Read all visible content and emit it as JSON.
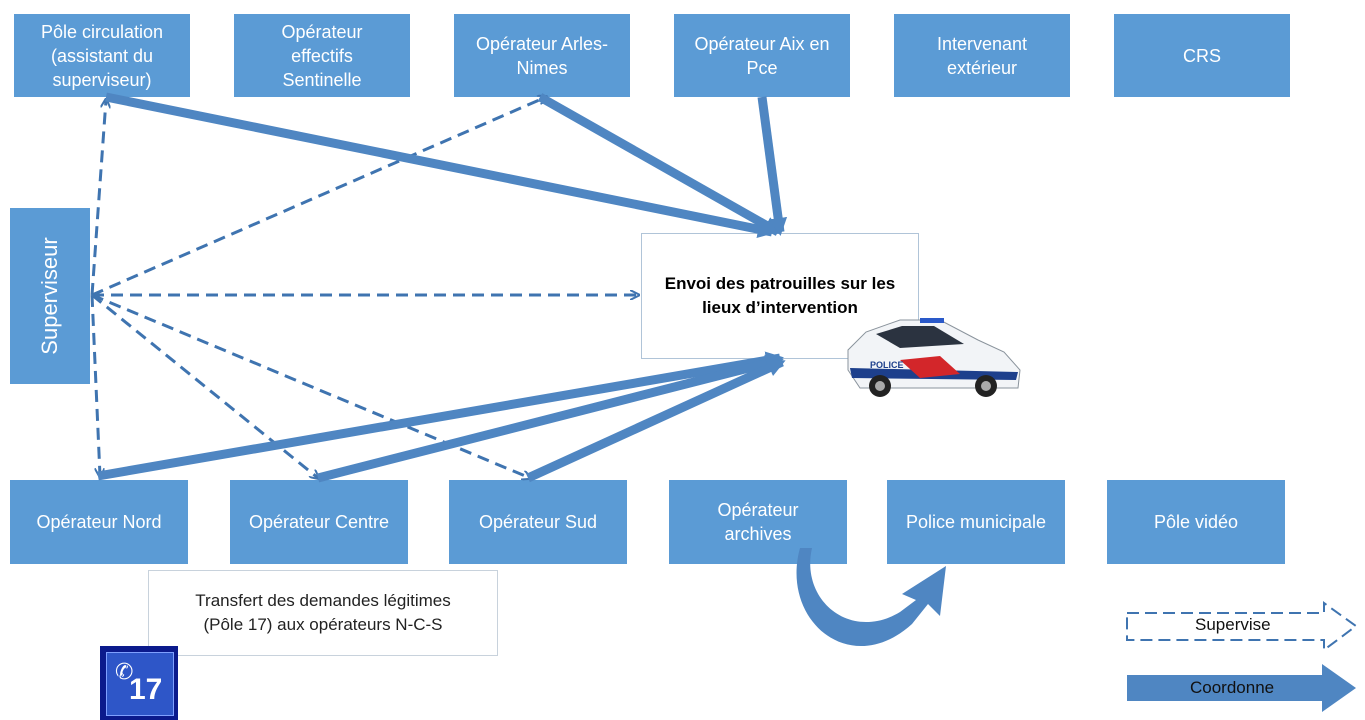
{
  "top_boxes": [
    "Pôle circulation\n(assistant du\nsuperviseur)",
    "Opérateur\neffectifs\nSentinelle",
    "Opérateur Arles-\nNimes",
    "Opérateur Aix en\nPce",
    "Intervenant\nextérieur",
    "CRS"
  ],
  "bottom_boxes": [
    "Opérateur Nord",
    "Opérateur Centre",
    "Opérateur Sud",
    "Opérateur\narchives",
    "Police municipale",
    "Pôle vidéo"
  ],
  "supervisor_label": "Superviseur",
  "center_label": "Envoi des patrouilles sur les\nlieux d’intervention",
  "note_label": "Transfert des demandes légitimes\n(Pôle 17) aux opérateurs N-C-S",
  "legend": {
    "supervise": "Supervise",
    "coordonne": "Coordonne"
  },
  "phone_badge": {
    "number": "17",
    "icon": "telephone-icon"
  },
  "car_label": "POLICE",
  "colors": {
    "box_fill": "#5b9bd5",
    "arrow": "#4f86c2",
    "dash": "#3f74b0"
  }
}
